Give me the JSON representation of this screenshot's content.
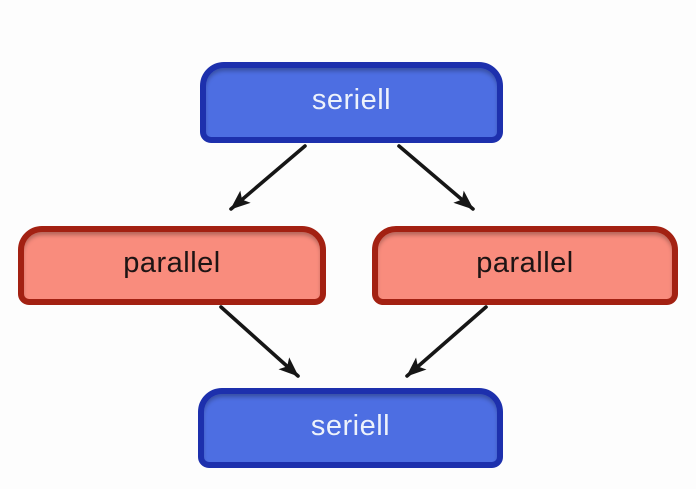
{
  "diagram": {
    "background_color": "#fdfdfd",
    "arrow_color": "#161616",
    "nodes": [
      {
        "id": "seriell-top",
        "label": "seriell",
        "kind": "seriell",
        "fill_color": "#4d6ee2",
        "border_color": "#1d30ad",
        "text_color": "#edf2fc"
      },
      {
        "id": "parallel-left",
        "label": "parallel",
        "kind": "parallel",
        "fill_color": "#f98c7d",
        "border_color": "#a32112",
        "text_color": "#1d1414"
      },
      {
        "id": "parallel-right",
        "label": "parallel",
        "kind": "parallel",
        "fill_color": "#f98c7d",
        "border_color": "#a32112",
        "text_color": "#1d1414"
      },
      {
        "id": "seriell-bottom",
        "label": "seriell",
        "kind": "seriell",
        "fill_color": "#4d6ee2",
        "border_color": "#1d30ad",
        "text_color": "#edf2fc"
      }
    ],
    "edges": [
      {
        "from": "seriell-top",
        "to": "parallel-left"
      },
      {
        "from": "seriell-top",
        "to": "parallel-right"
      },
      {
        "from": "parallel-left",
        "to": "seriell-bottom"
      },
      {
        "from": "parallel-right",
        "to": "seriell-bottom"
      }
    ]
  }
}
